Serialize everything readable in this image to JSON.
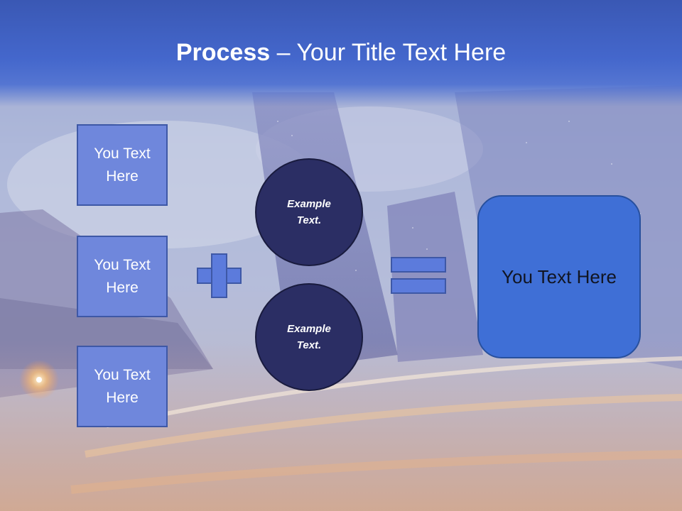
{
  "slide": {
    "title_bold": "Process",
    "title_rest": " – Your Title Text Here",
    "left_boxes": [
      {
        "text": "You Text Here"
      },
      {
        "text": "You Text Here"
      },
      {
        "text": "You Text Here"
      }
    ],
    "circles": [
      {
        "text": "Example Text."
      },
      {
        "text": "Example Text."
      }
    ],
    "result_text": "You Text Here",
    "icons": [
      "plus-icon",
      "equals-icon"
    ],
    "colors": {
      "title_band": "#4467cc",
      "text_box": "#6f87dc",
      "circle": "#2b2e64",
      "result_box": "#3f6fd6"
    }
  }
}
